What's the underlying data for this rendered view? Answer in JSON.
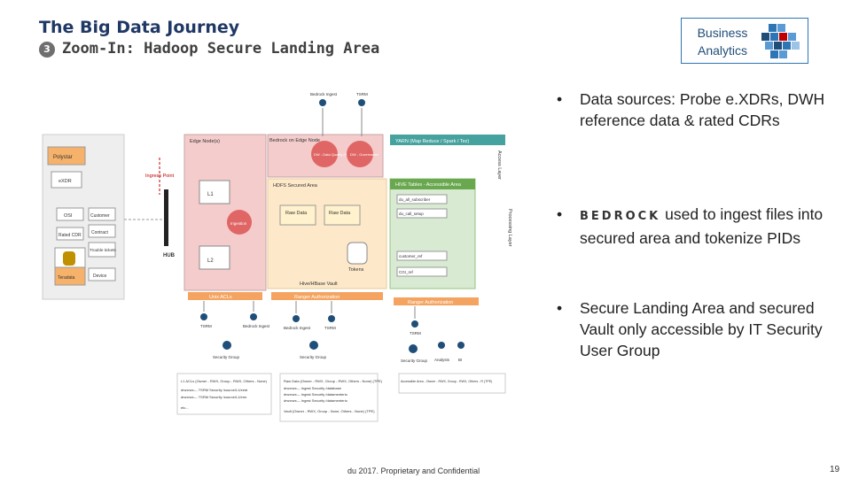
{
  "slide": {
    "title": "The Big Data Journey",
    "step_number": "3",
    "subtitle": "Zoom-In: Hadoop Secure Landing Area",
    "logo_line1": "Business",
    "logo_line2": "Analytics",
    "footer": "du 2017. Proprietary and Confidential",
    "page_number": "19"
  },
  "bullets": {
    "b1": "Data sources: Probe e.XDRs, DWH reference data & rated CDRs",
    "b2_brand": "BEDROCK",
    "b2_text": "used to ingest files into secured area and tokenize PIDs",
    "b3": "Secure Landing Area and secured Vault only accessible by IT Security User Group"
  },
  "diagram": {
    "src_polystar": "Polystar",
    "src_exdr": "eXDR",
    "src_osi": "OSI",
    "src_customer": "Customer",
    "src_rated_cdr": "Rated CDR",
    "src_contract": "Contract",
    "src_trouble": "Trouble tickets",
    "src_teradata": "Teradata",
    "src_device": "Device",
    "ingress": "Ingress Point",
    "hub": "HUB",
    "edge_node": "Edge Node(s)",
    "bedrock_edge": "Bedrock on Edge Node",
    "dq": "DW - Data Quality (%ability)",
    "dw_gov": "DW - Governance",
    "yarn": "YARN (Map Reduce / Spark / Tez)",
    "access_layer": "Access Layer",
    "processing_layer": "Processing Layer",
    "hdfs_secured": "HDFS Secured Area",
    "hive_tables": "HIVE Tables - Accessible Area",
    "raw_data1": "Raw Data",
    "raw_data2": "Raw Data",
    "l1": "L1",
    "l2": "L2",
    "ingestion": "Ingestion",
    "tokens": "Tokens",
    "hive_vault": "Hive/HBase Vault",
    "du_all_subscriber": "du_all_subscriber",
    "du_call_setup": "du_call_setup",
    "customer_ref": "customer_ref",
    "cgi_ref": "CGI_ref",
    "unix_acls": "Unix ACLs",
    "ranger_auth1": "Ranger Authorization",
    "ranger_auth2": "Ranger Authorization",
    "bedrock_ingest_top": "Bedrock Ingest",
    "tsrm_top": "TSRM",
    "tsrm_a": "TSRM",
    "bedrock_ingest_a": "Bedrock Ingest",
    "bedrock_ingest_b": "Bedrock Ingest",
    "tsrm_b": "TSRM",
    "tsrm_c": "TSRM",
    "security_group1": "Security Group",
    "security_group2": "Security Group",
    "security_group3": "Security Group",
    "analysts": "Analysts",
    "bi": "BI",
    "acl_l1": "L1 ACLs (Owner - RWX, Group - RWX, Others - None)",
    "acl_l1a": "drwxrwx--- TSRM Security /source/L1/eedr",
    "acl_l1b": "drwxrwx--- TSRM Security /source/L1/erm",
    "acl_etc": "etc...",
    "acl_raw": "Raw Data (Owner - RWX, Group - RWX, Others - None) (TPE)",
    "acl_raw_a": "drwxrwx--- Ingest Security /database",
    "acl_raw_b": "drwxrwx--- Ingest Security /datamenterio",
    "acl_raw_c": "drwxrwx--- Ingest Security /datamenterio",
    "acl_vault": "Vault (Owner - RWX, Group - None, Others - None) (TPE)",
    "acl_access": "Accessible Area - Owner - RWX, Group - RWX, Others - R (TPE)"
  },
  "colors": {
    "title": "#1f3864",
    "edge_bg": "#f4cccc",
    "hdfs_bg": "#fde9c9",
    "hive_bg": "#d9ead3",
    "green_header": "#6aa84f",
    "orange_bar": "#f4a460",
    "teal_bar": "#45a29e"
  }
}
